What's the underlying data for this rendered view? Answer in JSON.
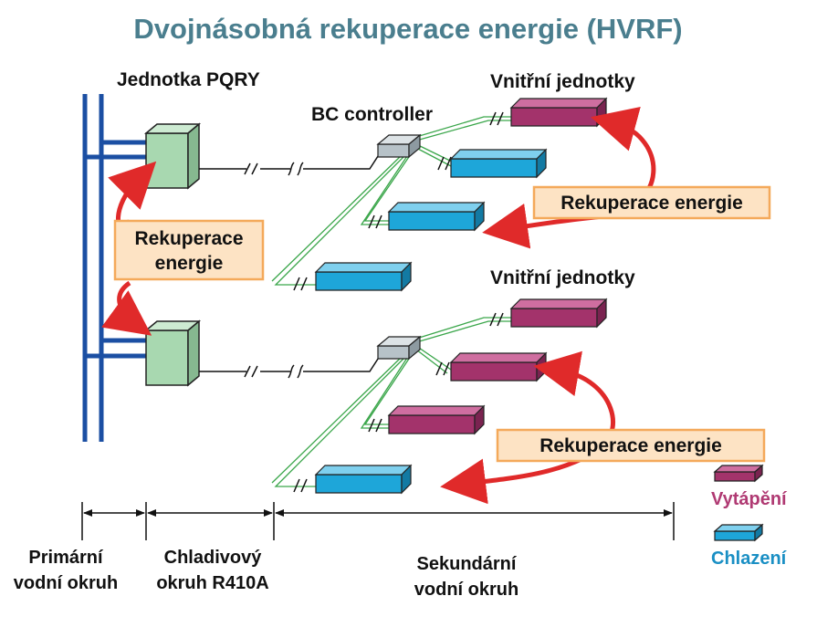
{
  "title": "Dvojnásobná rekuperace energie (HVRF)",
  "labels": {
    "pqry_unit": "Jednotka PQRY",
    "bc_controller": "BC controller",
    "indoor_units_top": "Vnitřní jednotky",
    "indoor_units_bottom": "Vnitřní jednotky",
    "energy_recovery_left_line1": "Rekuperace",
    "energy_recovery_left_line2": "energie",
    "energy_recovery_top": "Rekuperace energie",
    "energy_recovery_bottom": "Rekuperace energie"
  },
  "legend": {
    "heating": "Vytápění",
    "cooling": "Chlazení"
  },
  "sections": {
    "primary_line1": "Primární",
    "primary_line2": "vodní okruh",
    "refrigerant_line1": "Chladivový",
    "refrigerant_line2": "okruh R410A",
    "secondary_line1": "Sekundární",
    "secondary_line2": "vodní okruh"
  },
  "colors": {
    "title": "#4a7e8e",
    "water_pipe": "#1b4fa3",
    "pqry_unit": "#a8d8b0",
    "heating_unit": "#a3336b",
    "cooling_unit": "#1ea6d9",
    "secondary_pipe": "#3aa64a",
    "arrow": "#e02a2a",
    "label_box_fill": "#fde3c4",
    "label_box_border": "#f4a95a"
  }
}
